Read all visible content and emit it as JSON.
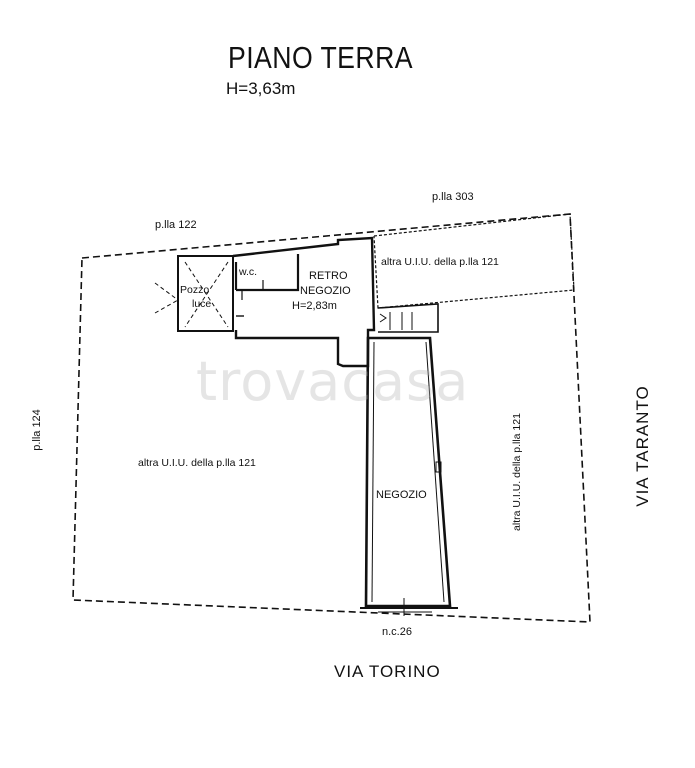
{
  "title": "PIANO TERRA",
  "height": "H=3,63m",
  "parcels": {
    "north_left": "p.lla 122",
    "north_right": "p.lla 303",
    "west": "p.lla 124"
  },
  "rooms": {
    "pozzo_line1": "Pozzo",
    "pozzo_line2": "luce",
    "wc": "w.c.",
    "retro_line1": "RETRO",
    "retro_line2": "NEGOZIO",
    "retro_height": "H=2,83m",
    "negozio": "NEGOZIO"
  },
  "other_units": {
    "left": "altra U.I.U. della p.lla 121",
    "top_right": "altra U.I.U. della p.lla 121",
    "right": "altra U.I.U. della p.lla 121"
  },
  "civic_number": "n.c.26",
  "streets": {
    "south": "VIA  TORINO",
    "east": "VIA  TARANTO"
  },
  "watermark": "trovacasa"
}
